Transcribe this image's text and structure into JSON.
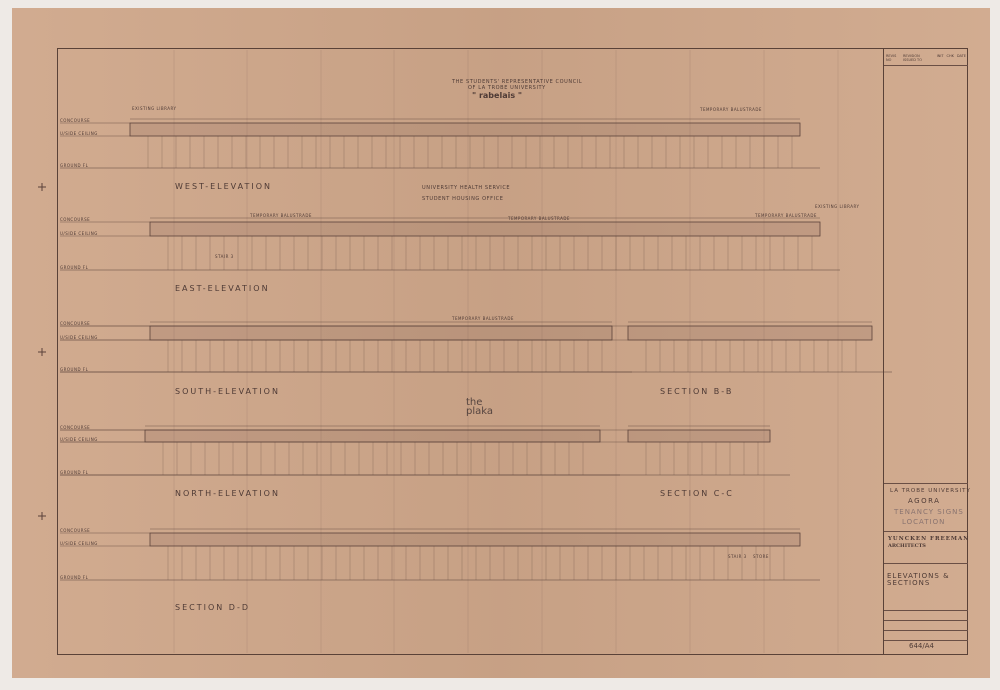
{
  "drawing": {
    "headers": {
      "rabelais_council": "THE STUDENTS' REPRESENTATIVE COUNCIL",
      "rabelais_university": "OF LA TROBE UNIVERSITY",
      "rabelais_name": "\" rabelais \"",
      "health_service": "UNIVERSITY HEALTH SERVICE",
      "housing_office": "STUDENT HOUSING OFFICE",
      "plaka_logo": "the plaka"
    },
    "views": [
      {
        "label": "WEST-ELEVATION"
      },
      {
        "label": "EAST-ELEVATION"
      },
      {
        "label": "SOUTH-ELEVATION"
      },
      {
        "label": "SECTION B-B"
      },
      {
        "label": "NORTH-ELEVATION"
      },
      {
        "label": "SECTION C-C"
      },
      {
        "label": "SECTION D-D"
      }
    ],
    "annotations": {
      "existing_library": "EXISTING LIBRARY",
      "temporary_balustrade": "TEMPORARY BALUSTRADE",
      "stair": "STAIR 3",
      "store": "STORE"
    },
    "levels": {
      "concourse": "CONCOURSE",
      "ceiling": "U/SIDE CEILING",
      "ground": "GROUND FL"
    }
  },
  "title_block": {
    "revision_headers": [
      "REVIS NO",
      "REVISION ISSUED TO",
      "INIT",
      "CHK",
      "DATE"
    ],
    "client": "LA TROBE UNIVERSITY",
    "project": "AGORA",
    "subject_line1": "TENANCY SIGNS",
    "subject_line2": "LOCATION",
    "architect_line1": "YUNCKEN FREEMAN",
    "architect_line2": "ARCHITECTS",
    "sheet_title_line1": "ELEVATIONS &",
    "sheet_title_line2": "SECTIONS",
    "drawing_number": "644/A4"
  },
  "colors": {
    "paper": "#cfa78a",
    "ink": "#4e3a35"
  }
}
